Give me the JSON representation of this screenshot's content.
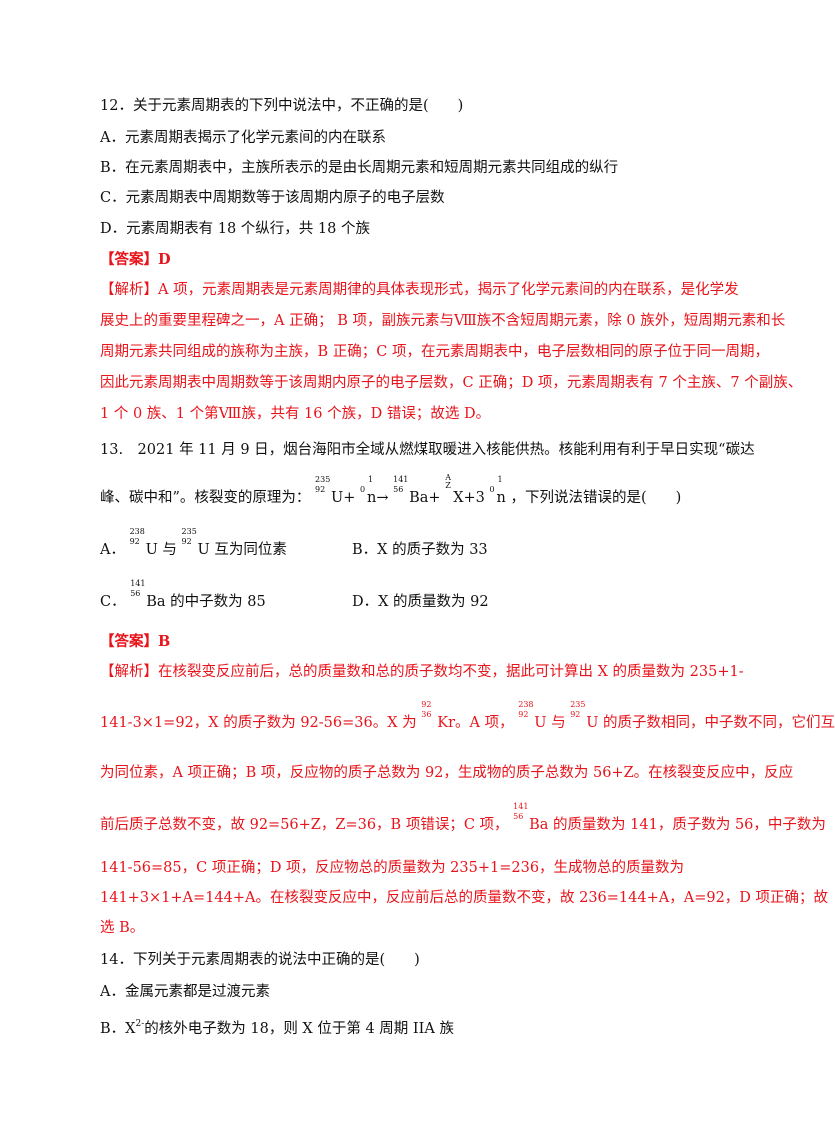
{
  "q12": {
    "stem": "12．关于元素周期表的下列中说法中，不正确的是(　　)",
    "a": "A．元素周期表揭示了化学元素间的内在联系",
    "b": "B．在元素周期表中，主族所表示的是由长周期元素和短周期元素共同组成的纵行",
    "c": "C．元素周期表中周期数等于该周期内原子的电子层数",
    "d": "D．元素周期表有 18 个纵行，共 18 个族",
    "answer": "【答案】D",
    "analysis": [
      "【解析】A 项，元素周期表是元素周期律的具体表现形式，揭示了化学元素间的内在联系，是化学发",
      "展史上的重要里程碑之一，A 正确；  B 项，副族元素与Ⅷ族不含短周期元素，除 0 族外，短周期元素和长",
      "周期元素共同组成的族称为主族，B 正确；C 项，在元素周期表中，电子层数相同的原子位于同一周期，",
      "因此元素周期表中周期数等于该周期内原子的电子层数，C 正确；D 项，元素周期表有 7 个主族、7 个副族、",
      "1 个 0 族、1 个第Ⅷ族，共有 16 个族，D 错误；故选 D。"
    ]
  },
  "q13": {
    "stem_line1": "13.　2021 年 11 月 9 日，烟台海阳市全域从燃煤取暖进入核能供热。核能利用有利于早日实现“碳达",
    "stem_line2_start": "峰、碳中和”。核裂变的原理为：",
    "stem_line2_end": "，下列说法错误的是(　　)",
    "eq": {
      "u_a": "235",
      "u_z": "92",
      "u_sym": "U+",
      "n1_a": "1",
      "n1_z": "0",
      "n1_sym": "n→",
      "ba_a": "141",
      "ba_z": "56",
      "ba_sym": "Ba+",
      "x_a": "A",
      "x_z": "Z",
      "x_sym": "X+3",
      "n2_a": "1",
      "n2_z": "0",
      "n2_sym": "n"
    },
    "a": {
      "pre": "A．",
      "u238_a": "238",
      "u238_z": "92",
      "u238_sym": "U 与",
      "u235_a": "235",
      "u235_z": "92",
      "u235_sym": "U 互为同位素"
    },
    "b": "B．X 的质子数为 33",
    "c": {
      "pre": "C．",
      "ba_a": "141",
      "ba_z": "56",
      "ba_sym": "Ba 的中子数为 85"
    },
    "d": "D．X 的质量数为 92",
    "answer": "【答案】B",
    "an1": "【解析】在核裂变反应前后，总的质量数和总的质子数均不变，据此可计算出 X 的质量数为 235+1-",
    "an2": {
      "t1": "141-3×1=92，X 的质子数为 92-56=36。X 为",
      "kr_a": "92",
      "kr_z": "36",
      "kr_sym": "Kr。A 项，",
      "u1_a": "238",
      "u1_z": "92",
      "u1_sym": "U 与",
      "u2_a": "235",
      "u2_z": "92",
      "u2_sym": "U 的质子数相同，中子数不同，它们互"
    },
    "an3": "为同位素，A 项正确；B 项，反应物的质子总数为 92，生成物的质子总数为 56+Z。在核裂变反应中，反应",
    "an4": {
      "t1": "前后质子总数不变，故 92=56+Z，Z=36，B 项错误；C 项，",
      "ba_a": "141",
      "ba_z": "56",
      "ba_sym": "Ba 的质量数为 141，质子数为 56，中子数为"
    },
    "an5": "141-56=85，C 项正确；D 项，反应物总的质量数为 235+1=236，生成物总的质量数为",
    "an6": "141+3×1+A=144+A。在核裂变反应中，反应前后总的质量数不变，故 236=144+A，A=92，D 项正确；故",
    "an7": "选 B。"
  },
  "q14": {
    "stem": "14．下列关于元素周期表的说法中正确的是(　　)",
    "a": "A．金属元素都是过渡元素",
    "b_pre": "B．",
    "b_ion": "X",
    "b_sup": "2-",
    "b_post": "的核外电子数为 18，则 X 位于第 4 周期 IIA 族"
  },
  "colors": {
    "text": "#111111",
    "red": "#e8141b"
  }
}
